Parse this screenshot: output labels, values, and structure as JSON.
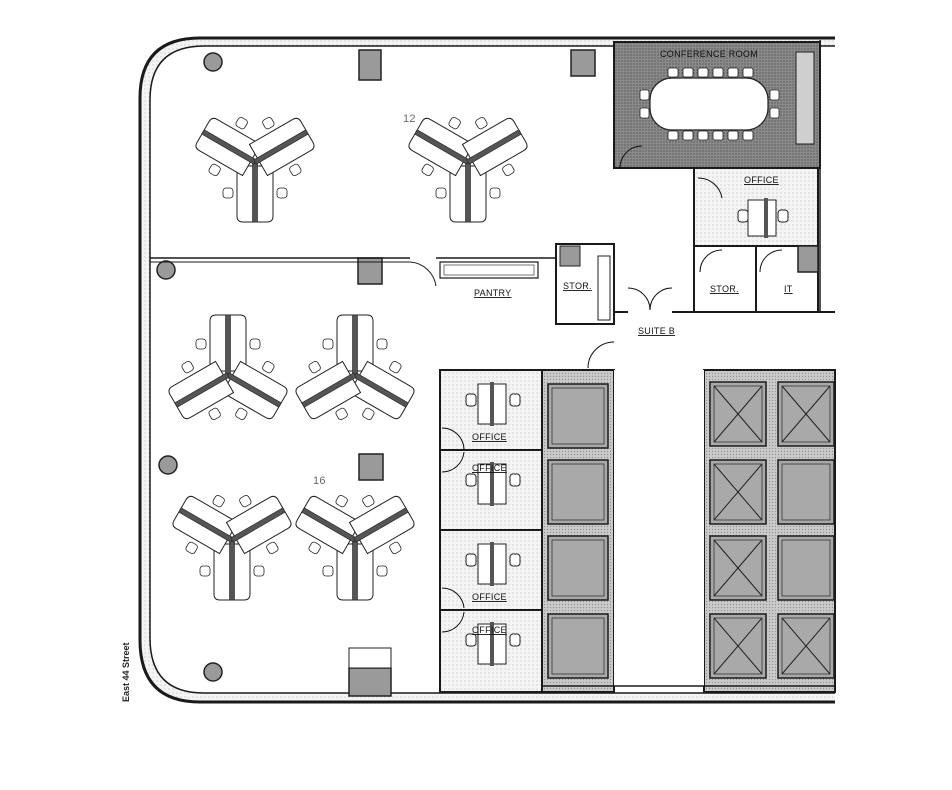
{
  "labels": {
    "conference_room": "CONFERENCE ROOM",
    "office_ne": "OFFICE",
    "pantry": "PANTRY",
    "stor_1": "STOR.",
    "stor_2": "STOR.",
    "it": "IT",
    "suite": "SUITE B",
    "office_1": "OFFICE",
    "office_2": "OFFICE",
    "office_3": "OFFICE",
    "office_4": "OFFICE",
    "street": "East 44 Street"
  },
  "workstation_counts": {
    "upper": "12",
    "lower": "16"
  },
  "colors": {
    "wall": "#1a1a1a",
    "floor_fill": "#f3f3f3",
    "conference_fill": "#7a7a7a",
    "office_fill": "#e6e6e6",
    "core_fill": "#bdbdbd",
    "column_fill": "#9a9a9a"
  }
}
